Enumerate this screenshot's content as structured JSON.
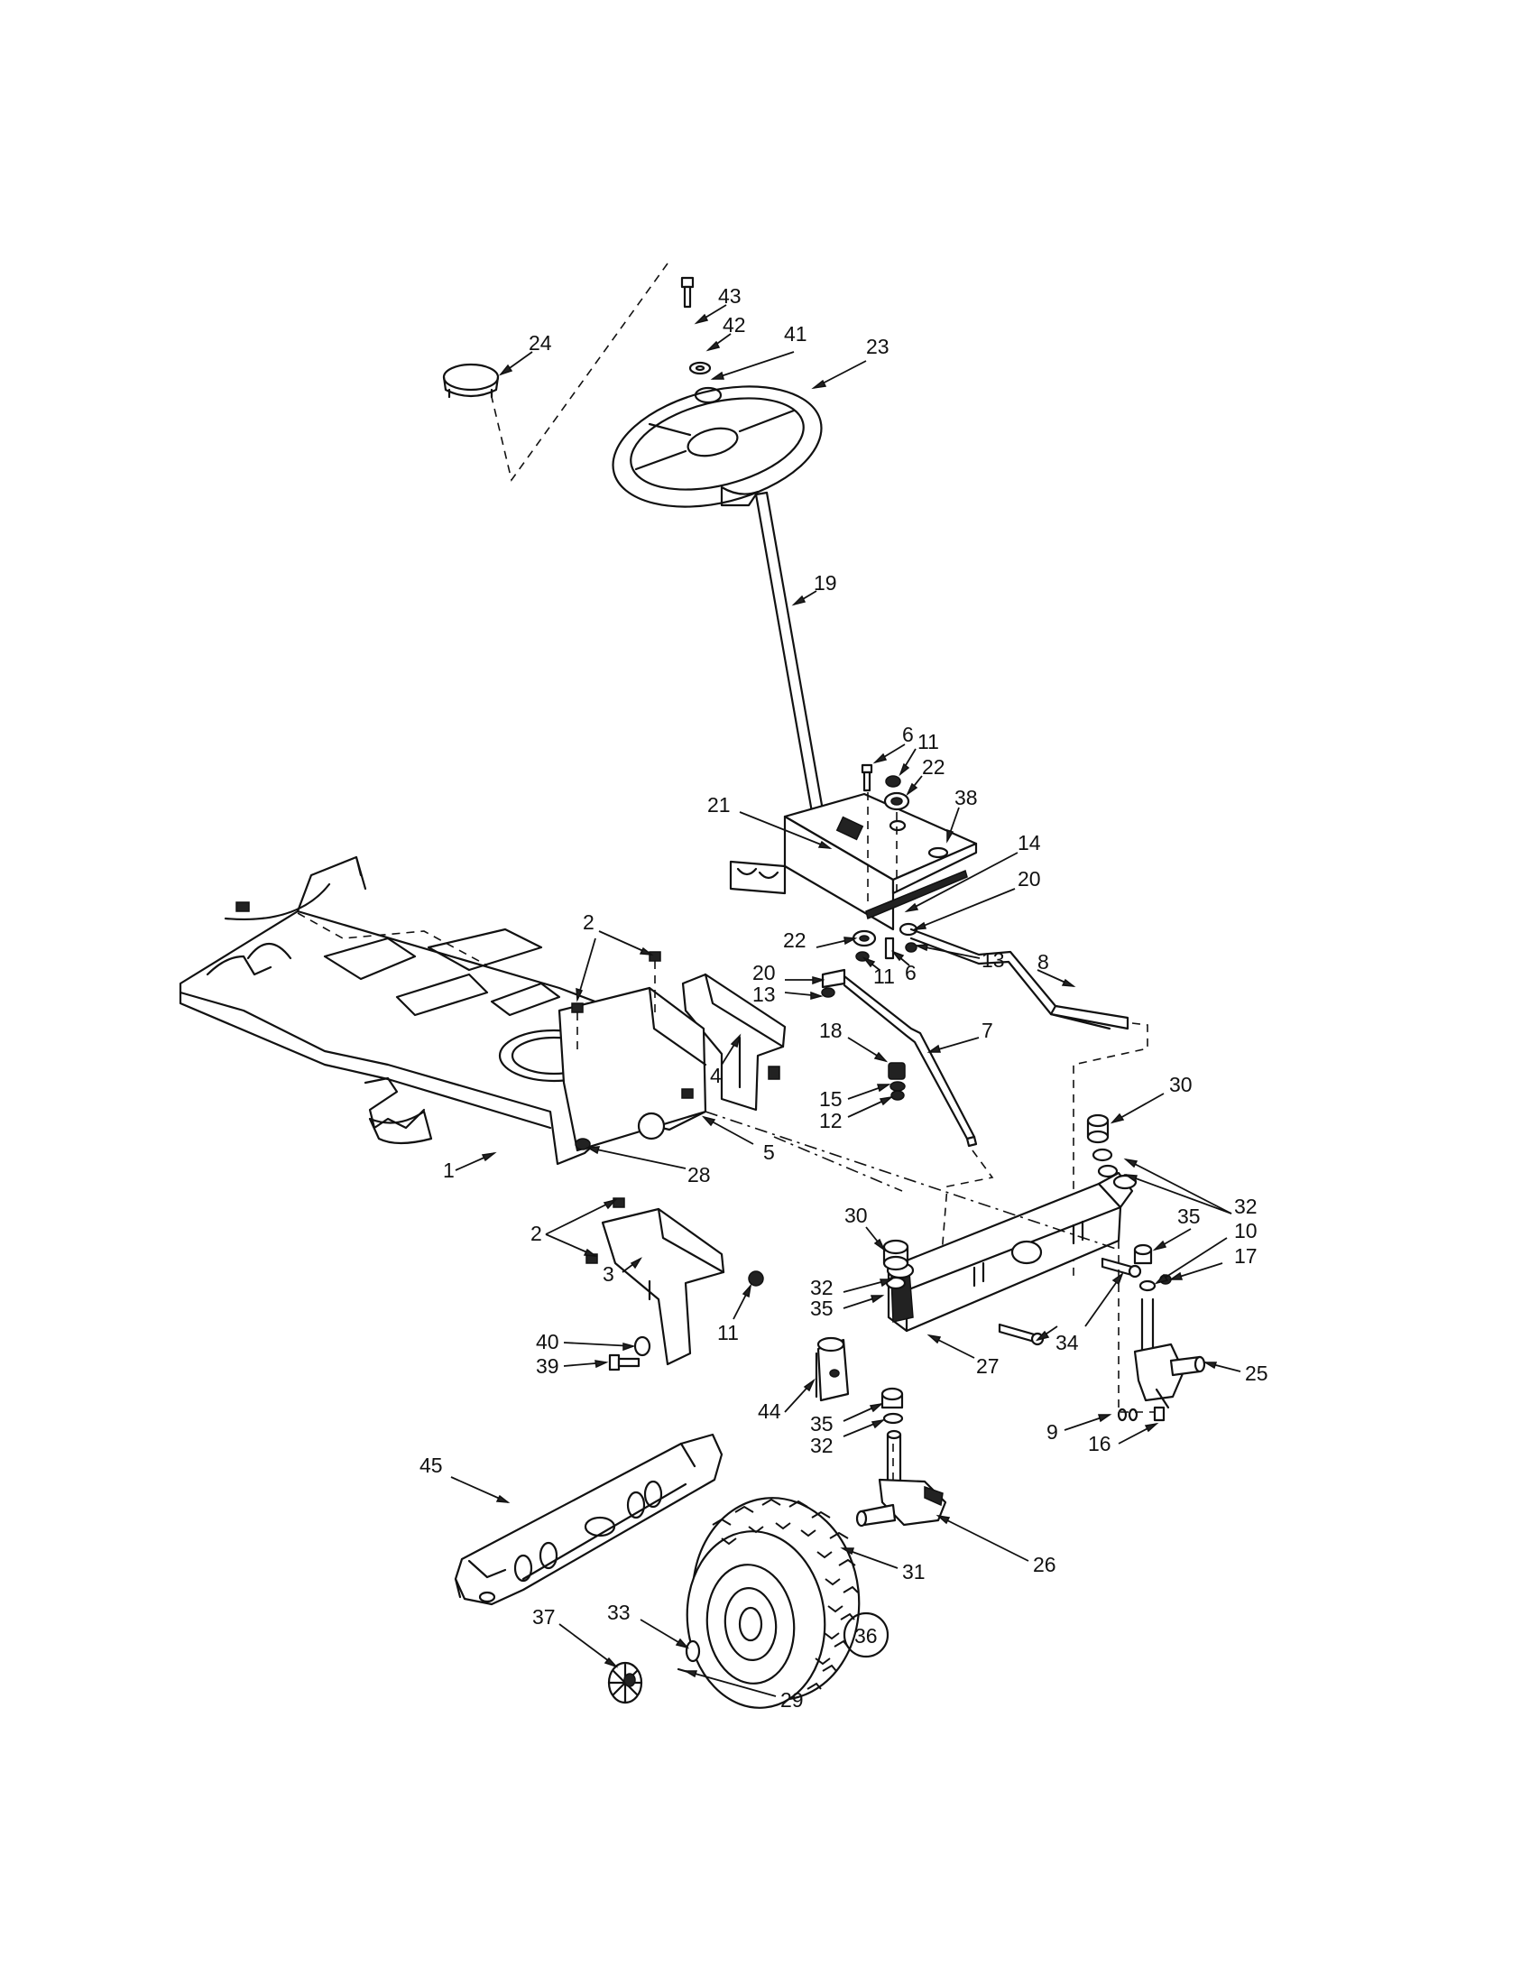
{
  "callouts": [
    {
      "id": "c43",
      "label": "43"
    },
    {
      "id": "c42",
      "label": "42"
    },
    {
      "id": "c41",
      "label": "41"
    },
    {
      "id": "c23",
      "label": "23"
    },
    {
      "id": "c24",
      "label": "24"
    },
    {
      "id": "c19",
      "label": "19"
    },
    {
      "id": "c6a",
      "label": "6"
    },
    {
      "id": "c11a",
      "label": "11"
    },
    {
      "id": "c22a",
      "label": "22"
    },
    {
      "id": "c21",
      "label": "21"
    },
    {
      "id": "c38",
      "label": "38"
    },
    {
      "id": "c14",
      "label": "14"
    },
    {
      "id": "c20a",
      "label": "20"
    },
    {
      "id": "c22b",
      "label": "22"
    },
    {
      "id": "c11b",
      "label": "11"
    },
    {
      "id": "c6b",
      "label": "6"
    },
    {
      "id": "c13a",
      "label": "13"
    },
    {
      "id": "c20b",
      "label": "20"
    },
    {
      "id": "c13b",
      "label": "13"
    },
    {
      "id": "c8",
      "label": "8"
    },
    {
      "id": "c2a",
      "label": "2"
    },
    {
      "id": "c18",
      "label": "18"
    },
    {
      "id": "c7",
      "label": "7"
    },
    {
      "id": "c4",
      "label": "4"
    },
    {
      "id": "c15",
      "label": "15"
    },
    {
      "id": "c12",
      "label": "12"
    },
    {
      "id": "c30a",
      "label": "30"
    },
    {
      "id": "c5",
      "label": "5"
    },
    {
      "id": "c1",
      "label": "1"
    },
    {
      "id": "c28",
      "label": "28"
    },
    {
      "id": "c32a",
      "label": "32"
    },
    {
      "id": "c35a",
      "label": "35"
    },
    {
      "id": "c10",
      "label": "10"
    },
    {
      "id": "c17",
      "label": "17"
    },
    {
      "id": "c30b",
      "label": "30"
    },
    {
      "id": "c2b",
      "label": "2"
    },
    {
      "id": "c3",
      "label": "3"
    },
    {
      "id": "c32b",
      "label": "32"
    },
    {
      "id": "c35b",
      "label": "35"
    },
    {
      "id": "c11c",
      "label": "11"
    },
    {
      "id": "c34",
      "label": "34"
    },
    {
      "id": "c25",
      "label": "25"
    },
    {
      "id": "c27",
      "label": "27"
    },
    {
      "id": "c40",
      "label": "40"
    },
    {
      "id": "c39",
      "label": "39"
    },
    {
      "id": "c44",
      "label": "44"
    },
    {
      "id": "c35c",
      "label": "35"
    },
    {
      "id": "c32c",
      "label": "32"
    },
    {
      "id": "c9",
      "label": "9"
    },
    {
      "id": "c16",
      "label": "16"
    },
    {
      "id": "c45",
      "label": "45"
    },
    {
      "id": "c26",
      "label": "26"
    },
    {
      "id": "c31",
      "label": "31"
    },
    {
      "id": "c33",
      "label": "33"
    },
    {
      "id": "c37",
      "label": "37"
    },
    {
      "id": "c36",
      "label": "36"
    },
    {
      "id": "c29",
      "label": "29"
    }
  ]
}
